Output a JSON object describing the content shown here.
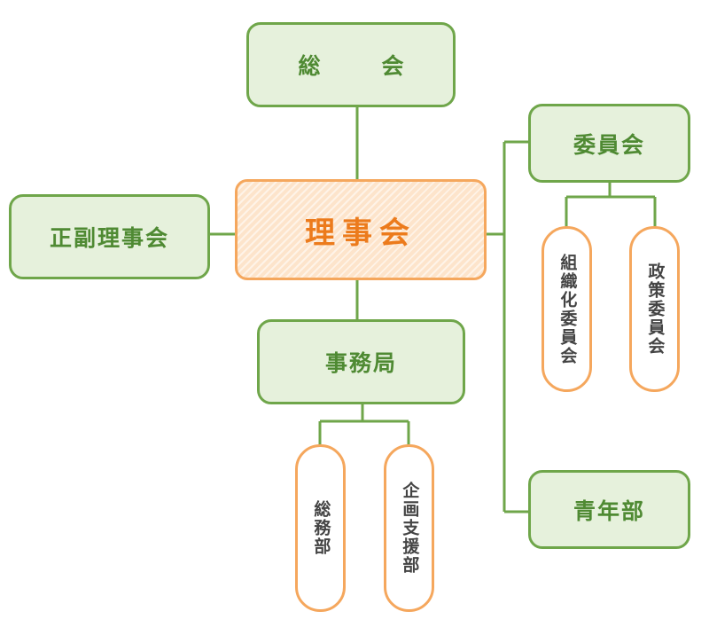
{
  "nodes": {
    "general_assembly": "総　会",
    "board": "理事会",
    "vice_chair": "正副理事会",
    "secretariat": "事務局",
    "committee": "委員会",
    "youth": "青年部",
    "organizing_committee": "組織化委員会",
    "policy_committee": "政策委員会",
    "general_affairs": "総務部",
    "planning_support": "企画支援部"
  },
  "colors": {
    "green_border": "#6fa64a",
    "green_fill": "#e6f1dc",
    "green_text": "#4f8a33",
    "orange_border": "#f5a75d",
    "orange_fill": "#fde4cb",
    "orange_text": "#ec7b1c"
  }
}
